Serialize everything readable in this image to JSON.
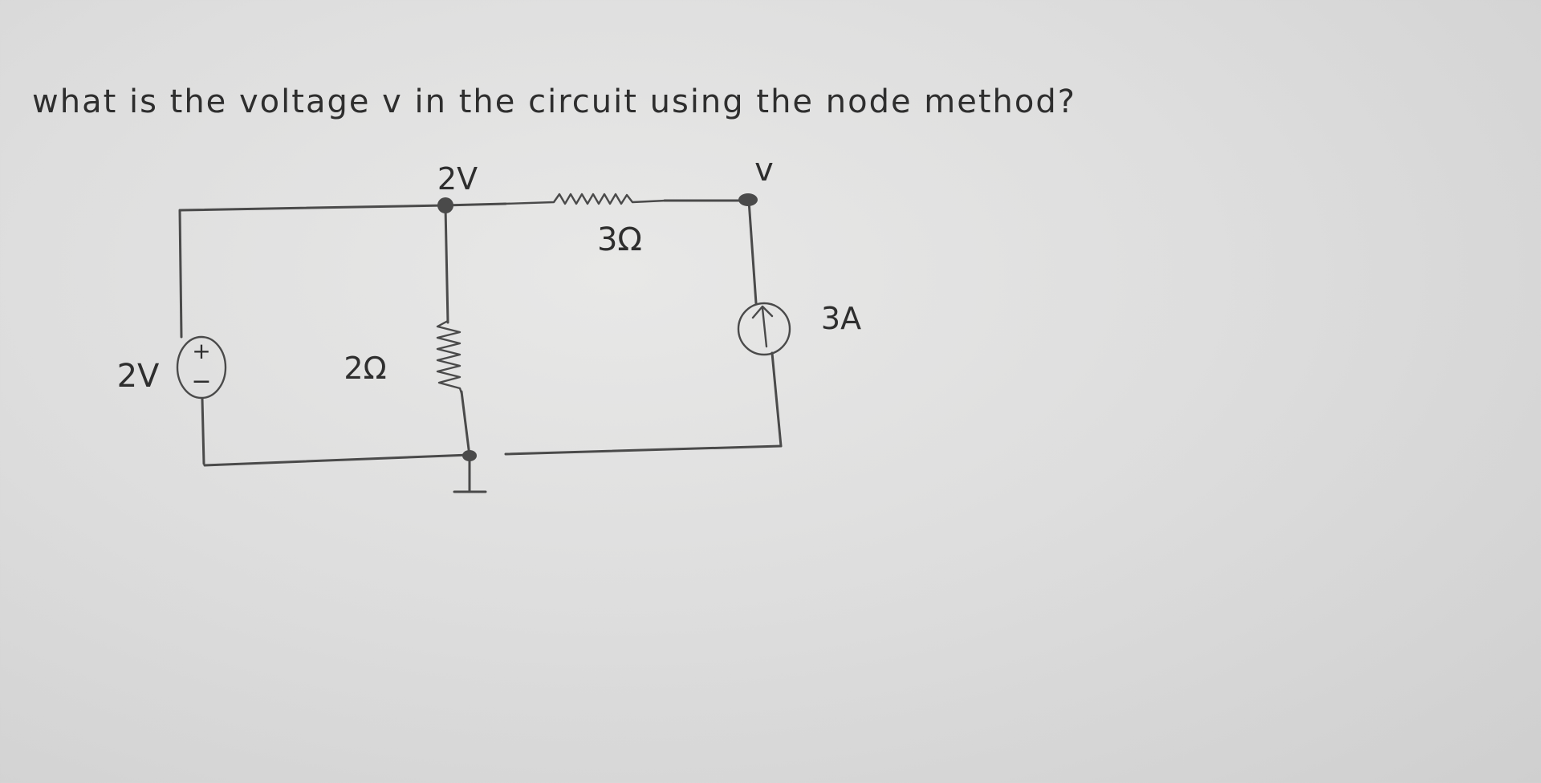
{
  "question": "what is the voltage v in the circuit using the node method?",
  "circuit": {
    "node_top_label": "2V",
    "node_right_label": "v",
    "resistor_series_label": "3Ω",
    "resistor_shunt_label": "2Ω",
    "voltage_source_label": "2V",
    "voltage_source_plus": "+",
    "voltage_source_minus": "−",
    "current_source_label": "3A"
  },
  "colors": {
    "ink": "#4a4a4a",
    "paper": "#dedede"
  }
}
